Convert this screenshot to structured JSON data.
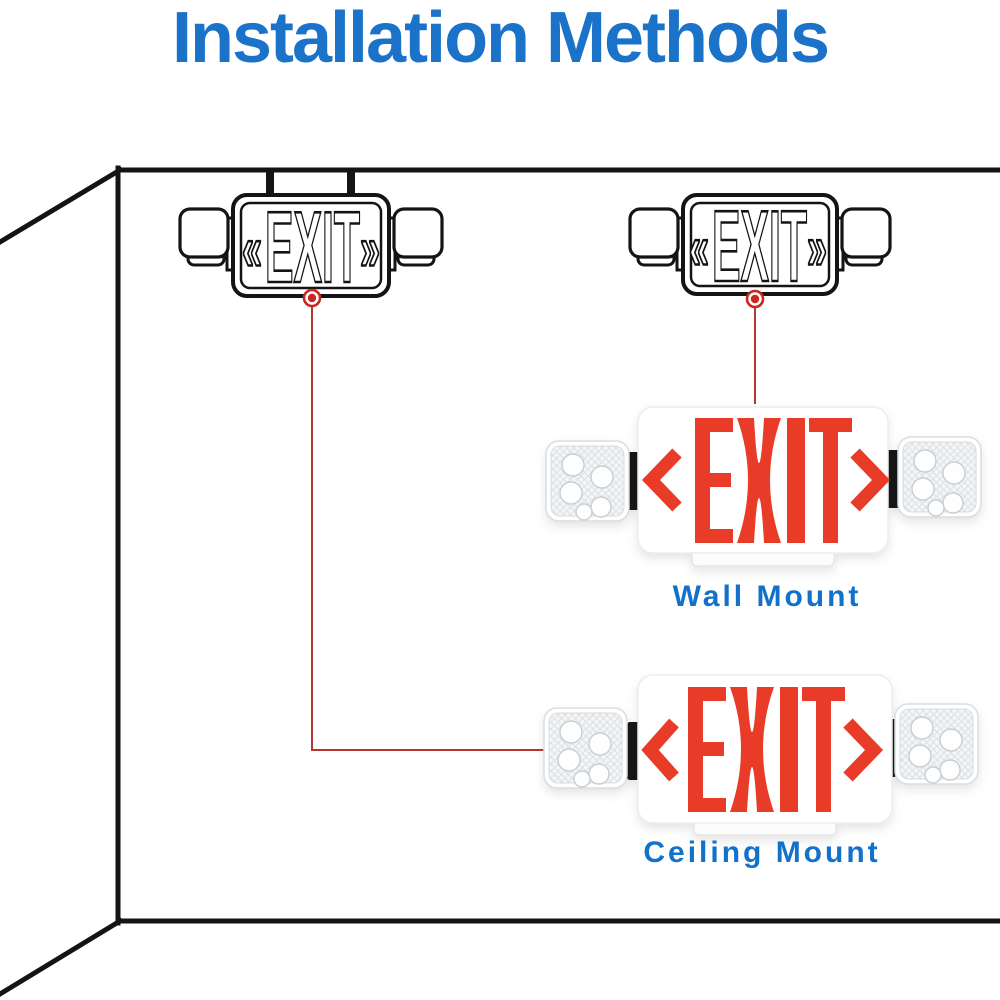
{
  "title": "Installation Methods",
  "colors": {
    "title_blue": "#1a73c9",
    "label_blue": "#1272cb",
    "exit_red": "#e83b28",
    "connector_red": "#b63531",
    "dot_red": "#c8281f",
    "line_black": "#141414"
  },
  "outline_signs": {
    "sign_a": {
      "exit_text": "EXIT",
      "chevron_left": "«",
      "chevron_right": "»"
    },
    "sign_b": {
      "exit_text": "EXIT",
      "chevron_left": "«",
      "chevron_right": "»"
    }
  },
  "fixtures": {
    "wall_mount": {
      "exit_text": "EXIT",
      "label": "Wall Mount"
    },
    "ceiling_mount": {
      "exit_text": "EXIT",
      "label": "Ceiling Mount"
    }
  }
}
